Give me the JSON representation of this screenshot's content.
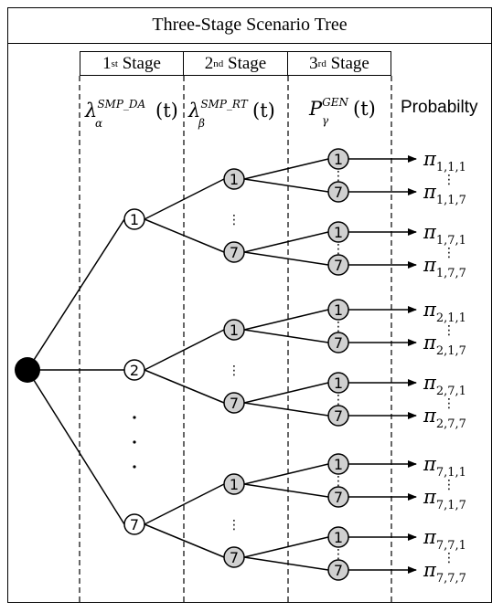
{
  "title": "Three-Stage Scenario Tree",
  "stages": [
    {
      "num": "1",
      "sup": "st",
      "word": "Stage"
    },
    {
      "num": "2",
      "sup": "nd",
      "word": "Stage"
    },
    {
      "num": "3",
      "sup": "rd",
      "word": "Stage"
    }
  ],
  "columns": {
    "stage1": {
      "base": "λ",
      "sup": "SMP_DA",
      "sub": "α",
      "arg": "(t)"
    },
    "stage2": {
      "base": "λ",
      "sup": "SMP_RT",
      "sub": "β",
      "arg": "(t)"
    },
    "stage3": {
      "base": "P",
      "sup": "GEN",
      "sub": "γ",
      "arg": "(t)"
    },
    "probability": "Probabilty"
  },
  "pi_symbol": "π",
  "ellipsis": "⋮",
  "tree": [
    {
      "label": "1",
      "children": [
        {
          "label": "1",
          "children": [
            {
              "label": "1",
              "pi": "1,1,1"
            },
            {
              "label": "7",
              "pi": "1,1,7"
            }
          ]
        },
        {
          "label": "7",
          "children": [
            {
              "label": "1",
              "pi": "1,7,1"
            },
            {
              "label": "7",
              "pi": "1,7,7"
            }
          ]
        }
      ]
    },
    {
      "label": "2",
      "children": [
        {
          "label": "1",
          "children": [
            {
              "label": "1",
              "pi": "2,1,1"
            },
            {
              "label": "7",
              "pi": "2,1,7"
            }
          ]
        },
        {
          "label": "7",
          "children": [
            {
              "label": "1",
              "pi": "2,7,1"
            },
            {
              "label": "7",
              "pi": "2,7,7"
            }
          ]
        }
      ]
    },
    {
      "label": "7",
      "children": [
        {
          "label": "1",
          "children": [
            {
              "label": "1",
              "pi": "7,1,1"
            },
            {
              "label": "7",
              "pi": "7,1,7"
            }
          ]
        },
        {
          "label": "7",
          "children": [
            {
              "label": "1",
              "pi": "7,7,1"
            },
            {
              "label": "7",
              "pi": "7,7,7"
            }
          ]
        }
      ]
    }
  ],
  "colors": {
    "stage1_fill": "#ffffff",
    "stage23_fill": "#d0d0d0",
    "root_fill": "#000000",
    "line": "#000000"
  }
}
